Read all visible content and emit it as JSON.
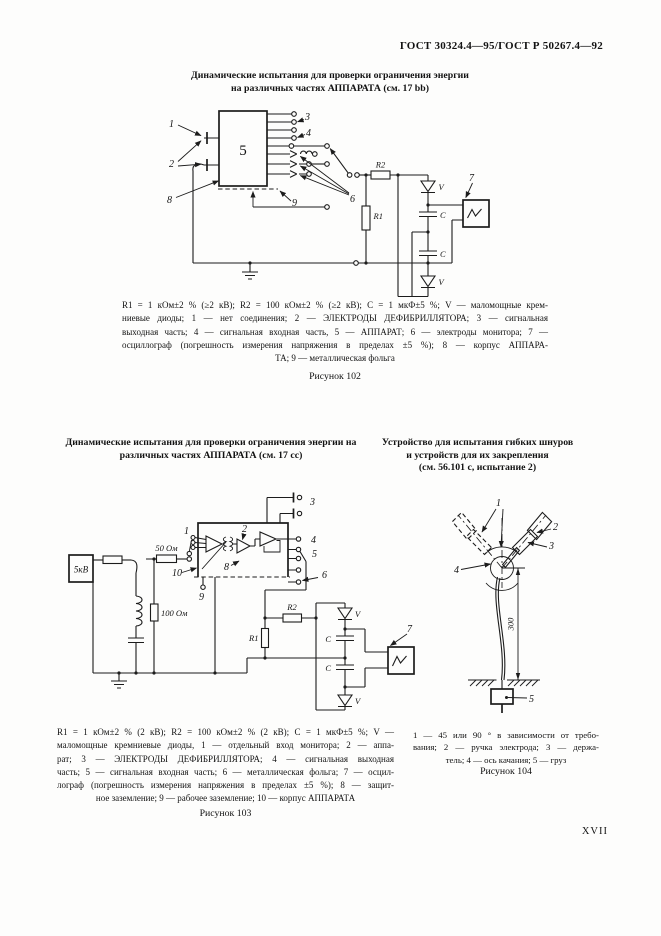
{
  "page": {
    "gost_header": "ГОСТ 30324.4—95/ГОСТ Р 50267.4—92",
    "page_number": "XVII"
  },
  "fig102": {
    "title_lines": [
      "Динамические испытания для проверки ограничения энергии",
      "на различных частях АППАРАТА (см. 17 bb)"
    ],
    "caption_lines": [
      "R1 = 1 кОм±2 % (≥2 кВ); R2 = 100 кОм±2 % (≥2 кВ); С = 1 мкФ±5 %; V — маломощные крем-",
      "ниевые диоды; 1 — нет соединения; 2 — ЭЛЕКТРОДЫ ДЕФИБРИЛЛЯТОРА; 3 — сигнальная",
      "выходная часть; 4 — сигнальная входная часть, 5 — АППАРАТ; 6 — электроды монитора; 7 —",
      "осциллограф (погрешность измерения напряжения в пределах ±5 %); 8 — корпус АППАРА-",
      "ТА; 9 — металлическая фольга"
    ],
    "figure_label": "Рисунок 102",
    "labels": {
      "n1": "1",
      "n2": "2",
      "n3": "3",
      "n4": "4",
      "n5": "5",
      "n6": "6",
      "n7": "7",
      "n8": "8",
      "n9": "9",
      "r1": "R1",
      "r2": "R2",
      "c": "C",
      "v": "V"
    }
  },
  "fig103": {
    "title_lines": [
      "Динамические испытания для проверки ограничения энергии на",
      "различных частях АППАРАТА (см. 17 сс)"
    ],
    "caption_lines": [
      "R1 = 1 кОм±2 % (2 кВ); R2 = 100 кОм±2 % (2 кВ); С = 1 мкФ±5 %; V —",
      "маломощные кремниевые диоды, 1 — отдельный вход монитора; 2 — аппа-",
      "рат; 3 — ЭЛЕКТРОДЫ ДЕФИБРИЛЛЯТОРА; 4 — сигнальная выходная",
      "часть; 5 — сигнальная входная часть; 6 — металлическая фольга; 7 — осцил-",
      "лограф (погрешность измерения напряжения в пределах ±5 %); 8 — защит-",
      "ное заземление; 9 — рабочее заземление; 10 — корпус АППАРАТА"
    ],
    "figure_label": "Рисунок 103",
    "labels": {
      "source": "5кВ",
      "r50": "50 Ом",
      "r100": "100 Ом",
      "n1": "1",
      "n2": "2",
      "n3": "3",
      "n4": "4",
      "n5": "5",
      "n6": "6",
      "n7": "7",
      "n8": "8",
      "n9": "9",
      "n10": "10",
      "r1": "R1",
      "r2": "R2",
      "c": "C",
      "v": "V"
    }
  },
  "fig104": {
    "title_lines": [
      "Устройство для испытания гибких шнуров",
      "и устройств для их закрепления",
      "(см. 56.101 с, испытание 2)"
    ],
    "caption_lines": [
      "1 — 45 или 90 ° в зависимости от требо-",
      "вания; 2 — ручка электрода; 3 — держа-",
      "тель; 4 — ось качания; 5 — груз"
    ],
    "figure_label": "Рисунок 104",
    "labels": {
      "n1": "1",
      "n2": "2",
      "n3": "3",
      "n4": "4",
      "n5": "5",
      "dim": "300"
    }
  }
}
